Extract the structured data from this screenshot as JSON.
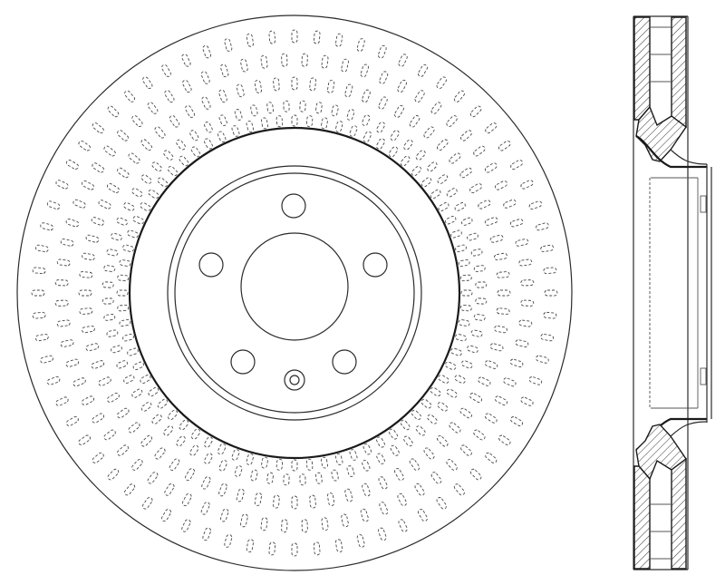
{
  "drawing": {
    "subject": "",
    "face_view": {
      "vent_rows": [
        {
          "count": 72,
          "slot_length": 14,
          "slot_width": 6
        },
        {
          "count": 72,
          "slot_length": 14,
          "slot_width": 6
        },
        {
          "count": 72,
          "slot_length": 14,
          "slot_width": 6
        },
        {
          "count": 72,
          "slot_length": 12,
          "slot_width": 6
        },
        {
          "count": 72,
          "slot_length": 12,
          "slot_width": 6
        }
      ],
      "lug_holes": 5,
      "has_locating_hole": true
    },
    "colors": {
      "line": "#2b2b2b",
      "background": "#ffffff"
    }
  }
}
